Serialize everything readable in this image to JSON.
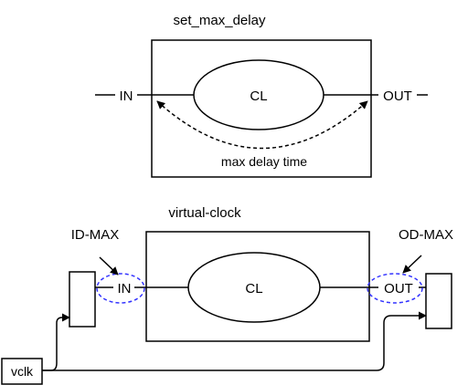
{
  "top": {
    "title": "set_max_delay",
    "cl_label": "CL",
    "in_label": "IN",
    "out_label": "OUT",
    "arrow_label": "max delay time"
  },
  "bottom": {
    "title": "virtual-clock",
    "cl_label": "CL",
    "in_label": "IN",
    "out_label": "OUT",
    "id_label": "ID-MAX",
    "od_label": "OD-MAX",
    "clock_label": "vclk"
  },
  "colors": {
    "stroke": "#000000",
    "highlight": "#3333ff"
  }
}
